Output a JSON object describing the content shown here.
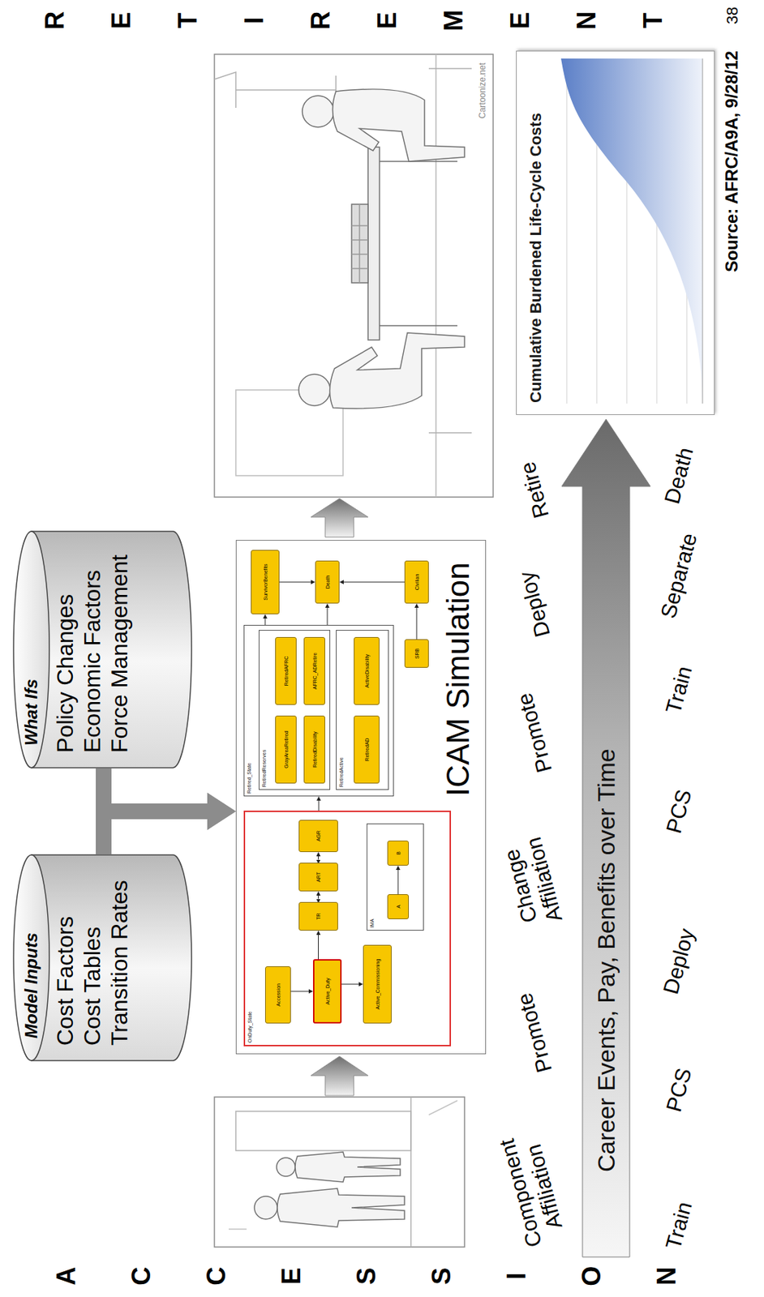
{
  "diagram": {
    "nodes": [
      {
        "text": [
          "Model Inputs",
          "Cost Factors",
          "Cost Tables",
          "Transition Rates"
        ]
      },
      {
        "text": [
          "What Ifs",
          "Policy Changes",
          "Economic Factors",
          "Force Management"
        ]
      },
      {
        "text": [
          "ICAM Simulation"
        ]
      },
      {
        "text": [
          "OnDuty_State"
        ],
        "in": 2
      },
      {
        "text": [
          "Accession"
        ],
        "in": 3
      },
      {
        "text": [
          "Active_Duty"
        ],
        "in": 3
      },
      {
        "text": [
          "Active_Commissioning"
        ],
        "in": 3
      },
      {
        "text": [
          "TR"
        ],
        "in": 3
      },
      {
        "text": [
          "ART"
        ],
        "in": 3
      },
      {
        "text": [
          "AGR"
        ],
        "in": 3
      },
      {
        "text": [
          "IMA"
        ],
        "in": 3
      },
      {
        "text": [
          "A"
        ],
        "in": 10
      },
      {
        "text": [
          "B"
        ],
        "in": 10
      },
      {
        "text": [
          "Retired_State"
        ],
        "in": 2
      },
      {
        "text": [
          "RetiredReserves"
        ],
        "in": 13
      },
      {
        "text": [
          "GrayAreaRetired"
        ],
        "in": 14
      },
      {
        "text": [
          "RetiredAFRC"
        ],
        "in": 14
      },
      {
        "text": [
          "AFRC_ADRetire"
        ],
        "in": 14
      },
      {
        "text": [
          "RetiredDisability"
        ],
        "in": 14
      },
      {
        "text": [
          "RetiredActive"
        ],
        "in": 13
      },
      {
        "text": [
          "RetiredAD"
        ],
        "in": 19
      },
      {
        "text": [
          "ActiveDisability"
        ],
        "in": 19
      },
      {
        "text": [
          "SRB"
        ],
        "in": 2
      },
      {
        "text": [
          "SurvivorBenefits"
        ],
        "in": 2
      },
      {
        "text": [
          "Death"
        ],
        "in": 2
      },
      {
        "text": [
          "Civilian"
        ],
        "in": 2
      },
      {
        "text": [
          "Career Events, Pay, Benefits over Time"
        ]
      },
      {
        "text": [
          "Cumulative Burdened Life-Cycle Costs"
        ]
      }
    ],
    "edges": [
      {
        "from": 0,
        "to": 2,
        "arrow": "to"
      },
      {
        "from": 1,
        "to": 2,
        "arrow": "to"
      },
      {
        "from": 4,
        "to": 5,
        "arrow": "to"
      },
      {
        "from": 5,
        "to": 6,
        "arrow": "to"
      },
      {
        "from": 5,
        "to": 7,
        "arrow": "to"
      },
      {
        "from": 7,
        "to": 8,
        "arrow": "both"
      },
      {
        "from": 8,
        "to": 9,
        "arrow": "both"
      },
      {
        "from": 11,
        "to": 12,
        "arrow": "to"
      },
      {
        "from": 3,
        "to": 13,
        "arrow": "to"
      },
      {
        "from": 13,
        "to": 23,
        "arrow": "to"
      },
      {
        "from": 23,
        "to": 24,
        "arrow": "to"
      },
      {
        "from": 25,
        "to": 24,
        "arrow": "to"
      },
      {
        "from": 13,
        "to": 24,
        "arrow": "to"
      },
      {
        "from": 22,
        "to": 25,
        "arrow": "to"
      }
    ],
    "labels": [
      "ACCESSION",
      "RETIREMENT",
      "Component Affiliation",
      "Promote",
      "Change Affiliation",
      "Promote",
      "Deploy",
      "Retire",
      "Train",
      "PCS",
      "Deploy",
      "PCS",
      "Train",
      "Separate",
      "Death",
      "Source: AFRC/A9A, 9/28/12",
      "38",
      "Cartoonize.net"
    ]
  }
}
